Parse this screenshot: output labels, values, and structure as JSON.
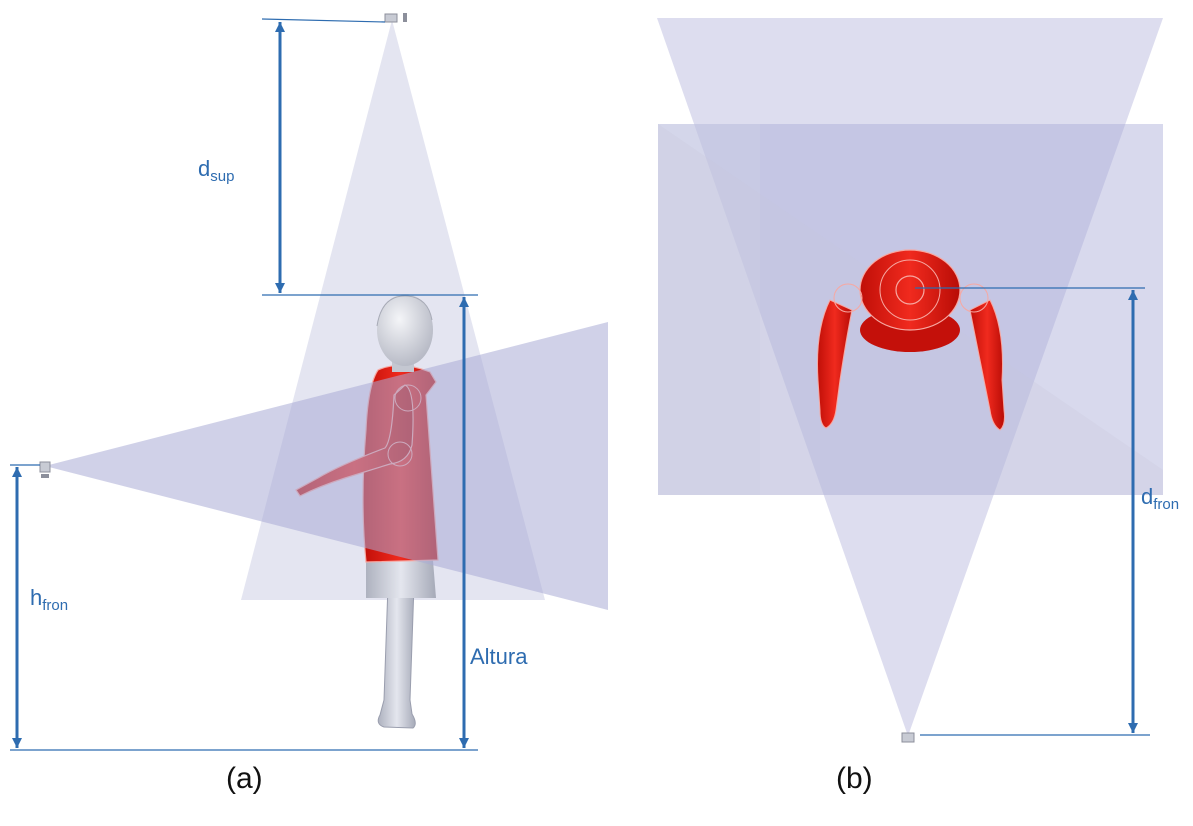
{
  "panel_a": {
    "caption": "(a)",
    "label_dsup": {
      "main": "d",
      "sub": "sup"
    },
    "label_hfron": {
      "main": "h",
      "sub": "fron"
    },
    "label_altura": "Altura"
  },
  "panel_b": {
    "caption": "(b)",
    "label_dfron": {
      "main": "d",
      "sub": "fron"
    }
  },
  "colors": {
    "dimension_line": "#2e6cb0",
    "field_of_view": "#a9abd6",
    "figure_red": "#e01a10",
    "figure_grey": "#c9cbd4"
  }
}
